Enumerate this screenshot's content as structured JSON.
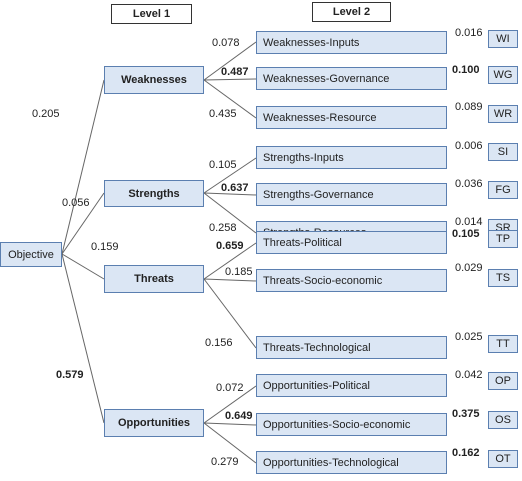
{
  "headers": {
    "level1": "Level 1",
    "level2": "Level 2"
  },
  "objective": {
    "label": "Objective"
  },
  "groups": [
    {
      "label": "Weaknesses",
      "weight": "0.205",
      "children": [
        {
          "label": "Weaknesses-Inputs",
          "weight": "0.078",
          "global": "0.016",
          "code": "WI"
        },
        {
          "label": "Weaknesses-Governance",
          "weight": "0.487",
          "global": "0.100",
          "code": "WG"
        },
        {
          "label": "Weaknesses-Resource",
          "weight": "0.435",
          "global": "0.089",
          "code": "WR"
        }
      ]
    },
    {
      "label": "Strengths",
      "weight": "0.056",
      "children": [
        {
          "label": "Strengths-Inputs",
          "weight": "0.105",
          "global": "0.006",
          "code": "SI"
        },
        {
          "label": "Strengths-Governance",
          "weight": "0.637",
          "global": "0.036",
          "code": "FG"
        },
        {
          "label": "Strengths-Resources",
          "weight": "0.258",
          "global": "0.014",
          "code": "SR"
        }
      ]
    },
    {
      "label": "Threats",
      "weight": "0.159",
      "children": [
        {
          "label": "Threats-Political",
          "weight": "0.659",
          "global": "0.105",
          "code": "TP"
        },
        {
          "label": "Threats-Socio-economic",
          "weight": "0.185",
          "global": "0.029",
          "code": "TS"
        },
        {
          "label": "Threats-Technological",
          "weight": "0.156",
          "global": "0.025",
          "code": "TT"
        }
      ]
    },
    {
      "label": "Opportunities",
      "weight": "0.579",
      "children": [
        {
          "label": "Opportunities-Political",
          "weight": "0.072",
          "global": "0.042",
          "code": "OP"
        },
        {
          "label": "Opportunities-Socio-economic",
          "weight": "0.649",
          "global": "0.375",
          "code": "OS"
        },
        {
          "label": "Opportunities-Technological",
          "weight": "0.279",
          "global": "0.162",
          "code": "OT"
        }
      ]
    }
  ]
}
